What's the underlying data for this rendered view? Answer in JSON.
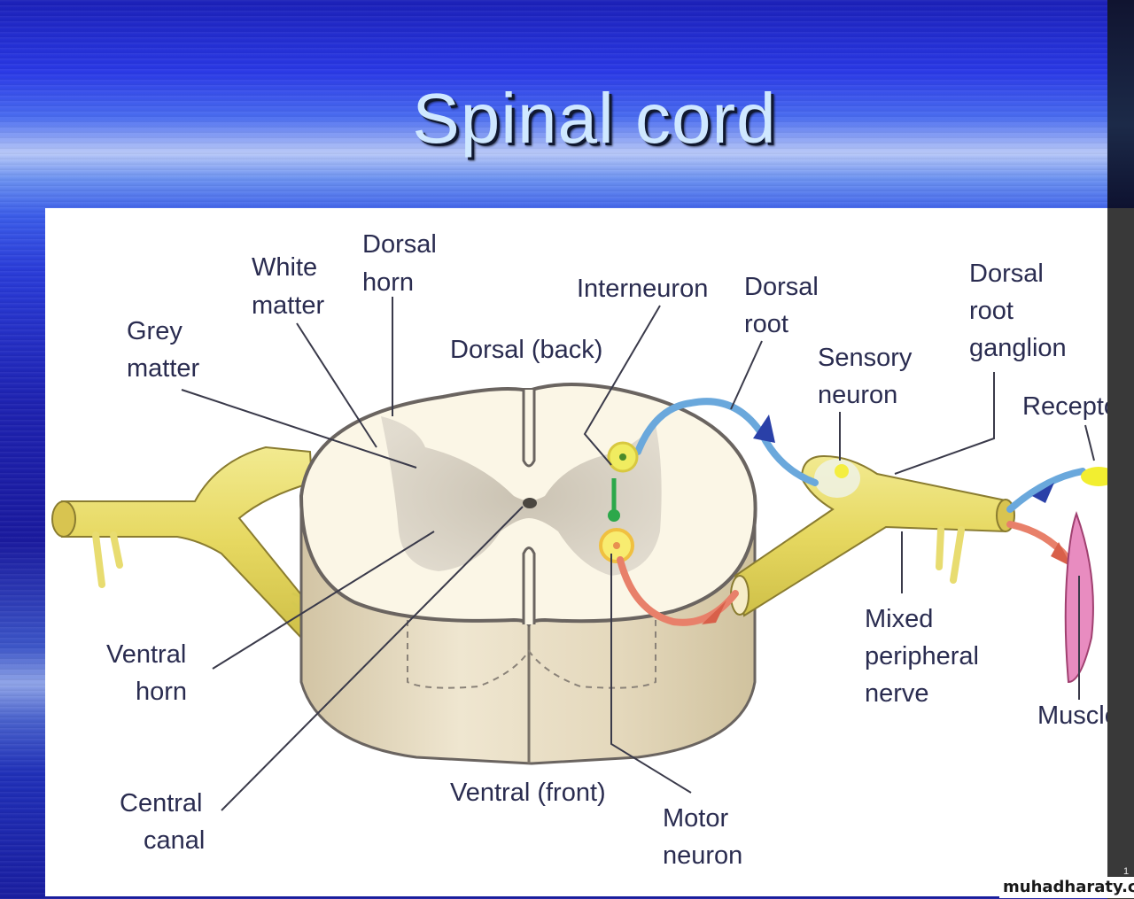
{
  "slide": {
    "title": "Spinal cord",
    "page_number": "1",
    "watermark": "muhadharaty.com"
  },
  "diagram": {
    "labels": {
      "grey_matter": [
        "Grey",
        "matter"
      ],
      "white_matter": [
        "White",
        "matter"
      ],
      "dorsal_horn": [
        "Dorsal",
        "horn"
      ],
      "dorsal_back": "Dorsal (back)",
      "interneuron": "Interneuron",
      "dorsal_root": [
        "Dorsal",
        "root"
      ],
      "sensory_neuron": [
        "Sensory",
        "neuron"
      ],
      "dorsal_root_ganglion": [
        "Dorsal",
        "root",
        "ganglion"
      ],
      "receptor": "Receptor",
      "ventral_horn": [
        "Ventral",
        "horn"
      ],
      "central_canal": [
        "Central",
        "canal"
      ],
      "ventral_front": "Ventral (front)",
      "motor_neuron": [
        "Motor",
        "neuron"
      ],
      "mixed_peripheral_nerve": [
        "Mixed",
        "peripheral",
        "nerve"
      ],
      "muscle": "Muscle"
    },
    "colors": {
      "nerve_yellow": "#e8dc70",
      "white_matter": "#fbf6e6",
      "grey_matter": "#d8d2c4",
      "cord_side": "#e2d6bc",
      "sensory_pathway": "#6aa8dc",
      "sensory_arrow": "#2a40a8",
      "motor_pathway": "#e8806a",
      "interneuron_green": "#2ca84a",
      "muscle_pink": "#e88cc0",
      "receptor_yellow": "#f2ee30",
      "label_text": "#2a2c50"
    }
  }
}
